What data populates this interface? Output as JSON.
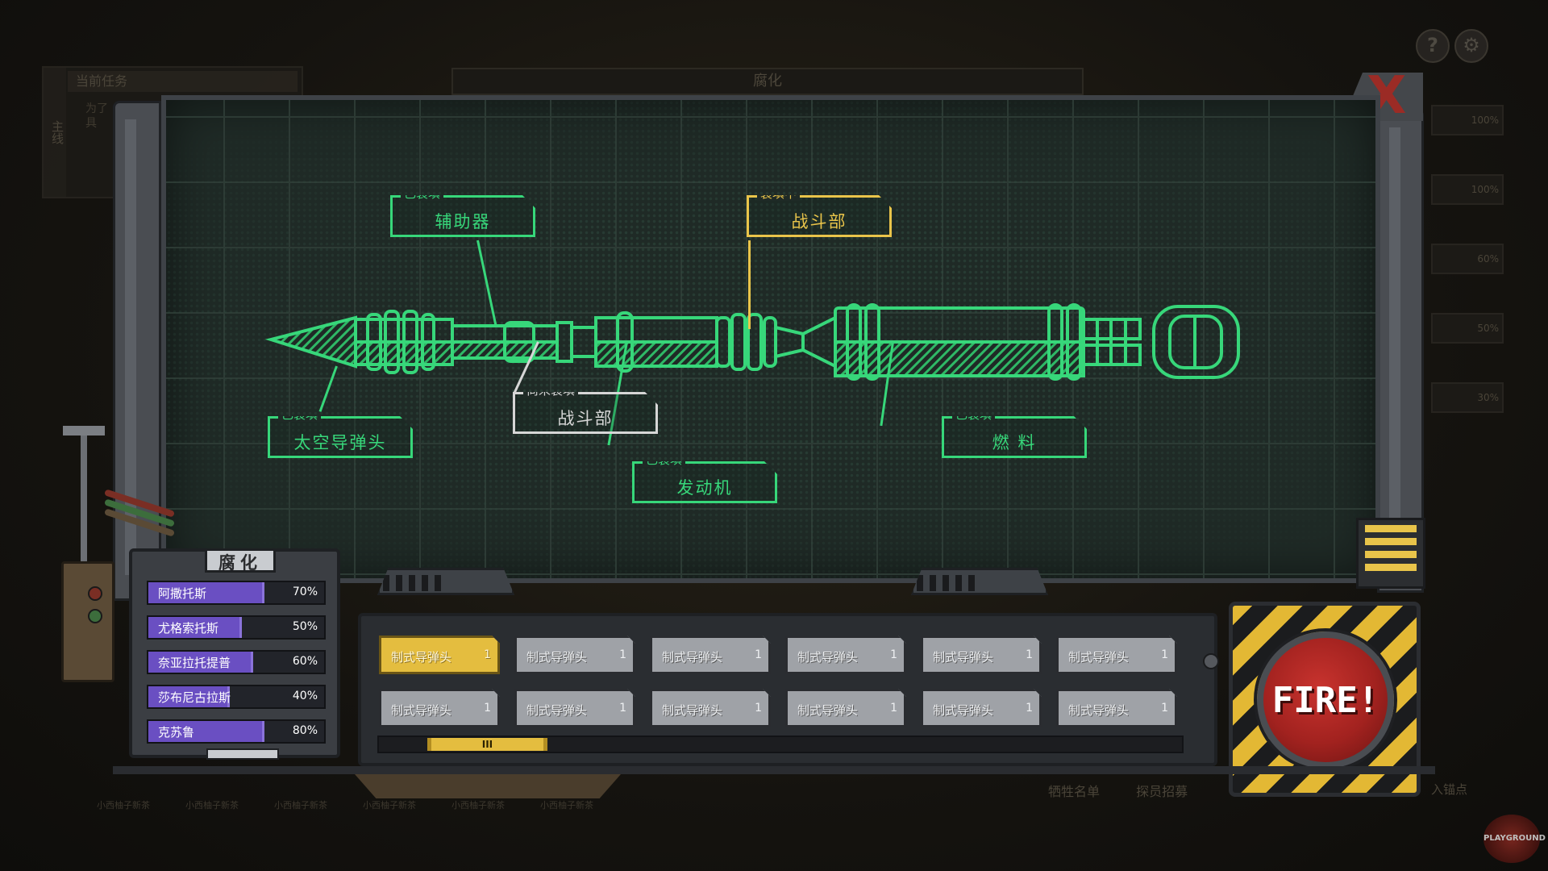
{
  "background": {
    "task_title": "当前任务",
    "task_side": "主线",
    "task_desc": "为了\n具",
    "top_title": "腐化",
    "right_bars": [
      "100%",
      "100%",
      "60%",
      "50%",
      "30%"
    ],
    "bottom_names": [
      "小西柚子新茶",
      "小西柚子新茶",
      "小西柚子新茶",
      "小西柚子新茶",
      "小西柚子新茶",
      "小西柚子新茶"
    ],
    "roster_label": "牺牲名单",
    "recruit_label": "探员招募",
    "anchor_label": "入锚点"
  },
  "top_icons": {
    "help": "?",
    "settings": "⚙"
  },
  "close_label": "X",
  "parts": [
    {
      "id": "auxiliary",
      "status": "已装填",
      "name": "辅助器",
      "state": "loaded"
    },
    {
      "id": "combat-loading",
      "status": "装填中",
      "name": "战斗部",
      "state": "loading"
    },
    {
      "id": "space-warhead",
      "status": "已装填",
      "name": "太空导弹头",
      "state": "loaded"
    },
    {
      "id": "combat-empty",
      "status": "尚未装填",
      "name": "战斗部",
      "state": "empty"
    },
    {
      "id": "engine",
      "status": "已装填",
      "name": "发动机",
      "state": "loaded"
    },
    {
      "id": "fuel",
      "status": "已装填",
      "name": "燃  料",
      "state": "loaded"
    }
  ],
  "corrosion": {
    "title": "腐化",
    "items": [
      {
        "name": "阿撒托斯",
        "pct": "70%",
        "value": 70
      },
      {
        "name": "尤格索托斯",
        "pct": "50%",
        "value": 50
      },
      {
        "name": "奈亚拉托提普",
        "pct": "60%",
        "value": 60
      },
      {
        "name": "莎布尼古拉斯",
        "pct": "40%",
        "value": 40
      },
      {
        "name": "克苏鲁",
        "pct": "80%",
        "value": 80
      }
    ]
  },
  "warheads": [
    {
      "name": "制式导弹头",
      "qty": "1",
      "selected": true
    },
    {
      "name": "制式导弹头",
      "qty": "1",
      "selected": false
    },
    {
      "name": "制式导弹头",
      "qty": "1",
      "selected": false
    },
    {
      "name": "制式导弹头",
      "qty": "1",
      "selected": false
    },
    {
      "name": "制式导弹头",
      "qty": "1",
      "selected": false
    },
    {
      "name": "制式导弹头",
      "qty": "1",
      "selected": false
    },
    {
      "name": "制式导弹头",
      "qty": "1",
      "selected": false
    },
    {
      "name": "制式导弹头",
      "qty": "1",
      "selected": false
    },
    {
      "name": "制式导弹头",
      "qty": "1",
      "selected": false
    },
    {
      "name": "制式导弹头",
      "qty": "1",
      "selected": false
    },
    {
      "name": "制式导弹头",
      "qty": "1",
      "selected": false
    },
    {
      "name": "制式导弹头",
      "qty": "1",
      "selected": false
    }
  ],
  "scrollbar": {
    "thumb_label": "III",
    "position": 0.06,
    "size": 0.15
  },
  "fire_label": "FIRE!",
  "watermark": "PLAYGROUND",
  "colors": {
    "loaded": "#37d77a",
    "loading": "#e9c44a",
    "empty": "#d6d6d6",
    "corrosion": "#6a4fc2",
    "fire": "#a2221f",
    "hazard": "#e3b834"
  }
}
